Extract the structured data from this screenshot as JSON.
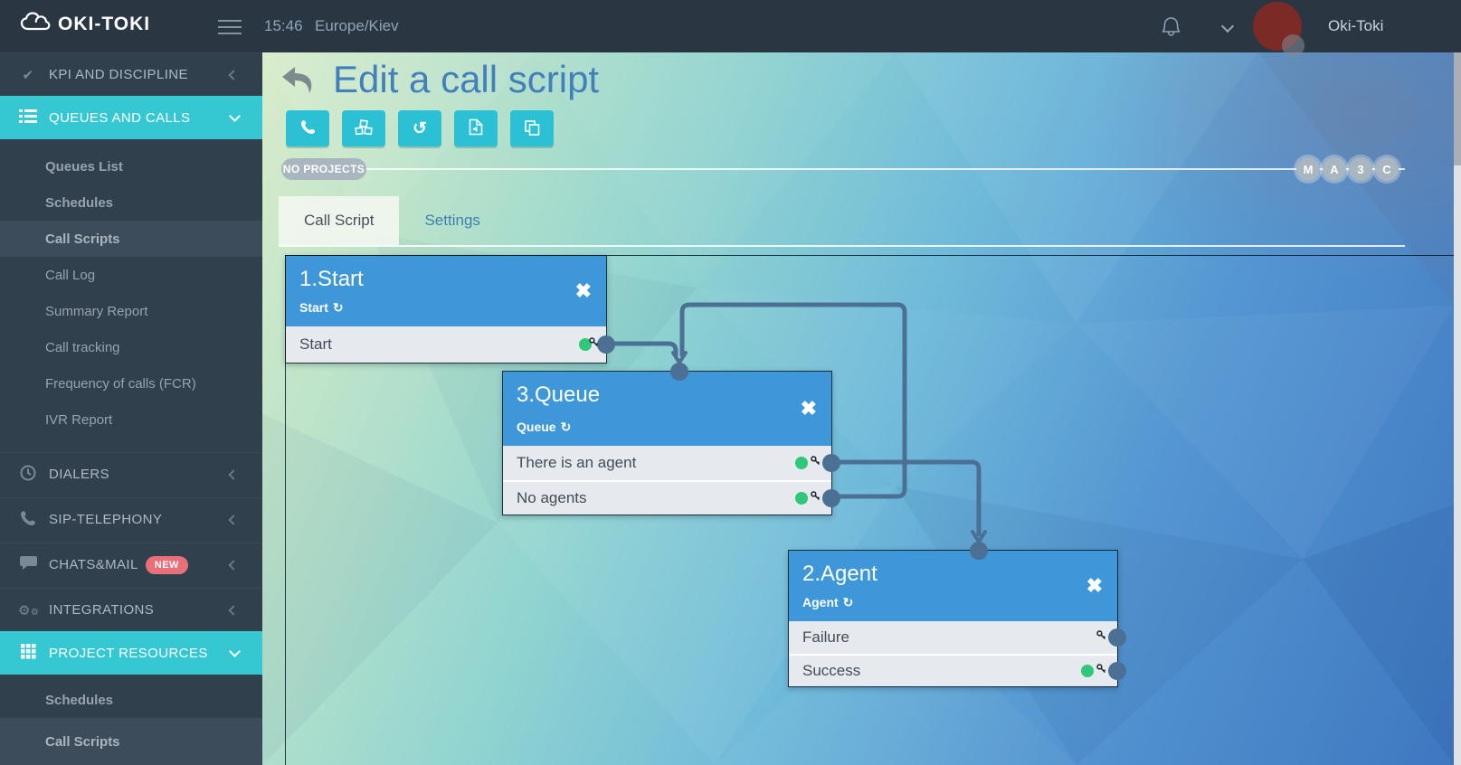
{
  "topbar": {
    "logo": "OKI-TOKI",
    "time": "15:46",
    "timezone": "Europe/Kiev",
    "account_name": "Oki-Toki"
  },
  "sidebar": {
    "sections": [
      {
        "label": "KPI AND DISCIPLINE",
        "icon": "check-icon"
      },
      {
        "label": "QUEUES AND CALLS",
        "icon": "list-icon"
      },
      {
        "label": "DIALERS",
        "icon": "clock-icon"
      },
      {
        "label": "SIP-TELEPHONY",
        "icon": "phone-icon"
      },
      {
        "label": "CHATS&MAIL",
        "icon": "chat-icon",
        "badge": "NEW"
      },
      {
        "label": "INTEGRATIONS",
        "icon": "gears-icon"
      },
      {
        "label": "PROJECT RESOURCES",
        "icon": "grid-icon"
      }
    ],
    "queues_submenu": [
      "Queues List",
      "Schedules",
      "Call Scripts",
      "Call Log",
      "Summary Report",
      "Call tracking",
      "Frequency of calls (FCR)",
      "IVR Report"
    ],
    "project_submenu": [
      "Schedules",
      "Call Scripts"
    ]
  },
  "main": {
    "title": "Edit a call script",
    "no_projects_label": "NO PROJECTS",
    "badges": [
      "M",
      "A",
      "3",
      "C"
    ],
    "tabs": [
      "Call Script",
      "Settings"
    ],
    "toolbar_icons": [
      "phone-icon",
      "cubes-icon",
      "history-icon",
      "file-audio-icon",
      "copy-icon"
    ]
  },
  "flow": {
    "nodes": [
      {
        "title": "1.Start",
        "subtitle": "Start",
        "rows": [
          {
            "label": "Start"
          }
        ]
      },
      {
        "title": "3.Queue",
        "subtitle": "Queue",
        "rows": [
          {
            "label": "There is an agent"
          },
          {
            "label": "No agents"
          }
        ]
      },
      {
        "title": "2.Agent",
        "subtitle": "Agent",
        "rows": [
          {
            "label": "Failure"
          },
          {
            "label": "Success"
          }
        ]
      }
    ],
    "close_glyph": "✖",
    "refresh_glyph": "↻"
  },
  "colors": {
    "accent_cyan": "#35c7d2",
    "node_blue": "#3d97d9",
    "success_green": "#2fc779",
    "connector": "#4b7094",
    "new_badge_red": "#e9707b",
    "title_blue": "#4180ba",
    "avatar_red": "#7b2a26"
  }
}
